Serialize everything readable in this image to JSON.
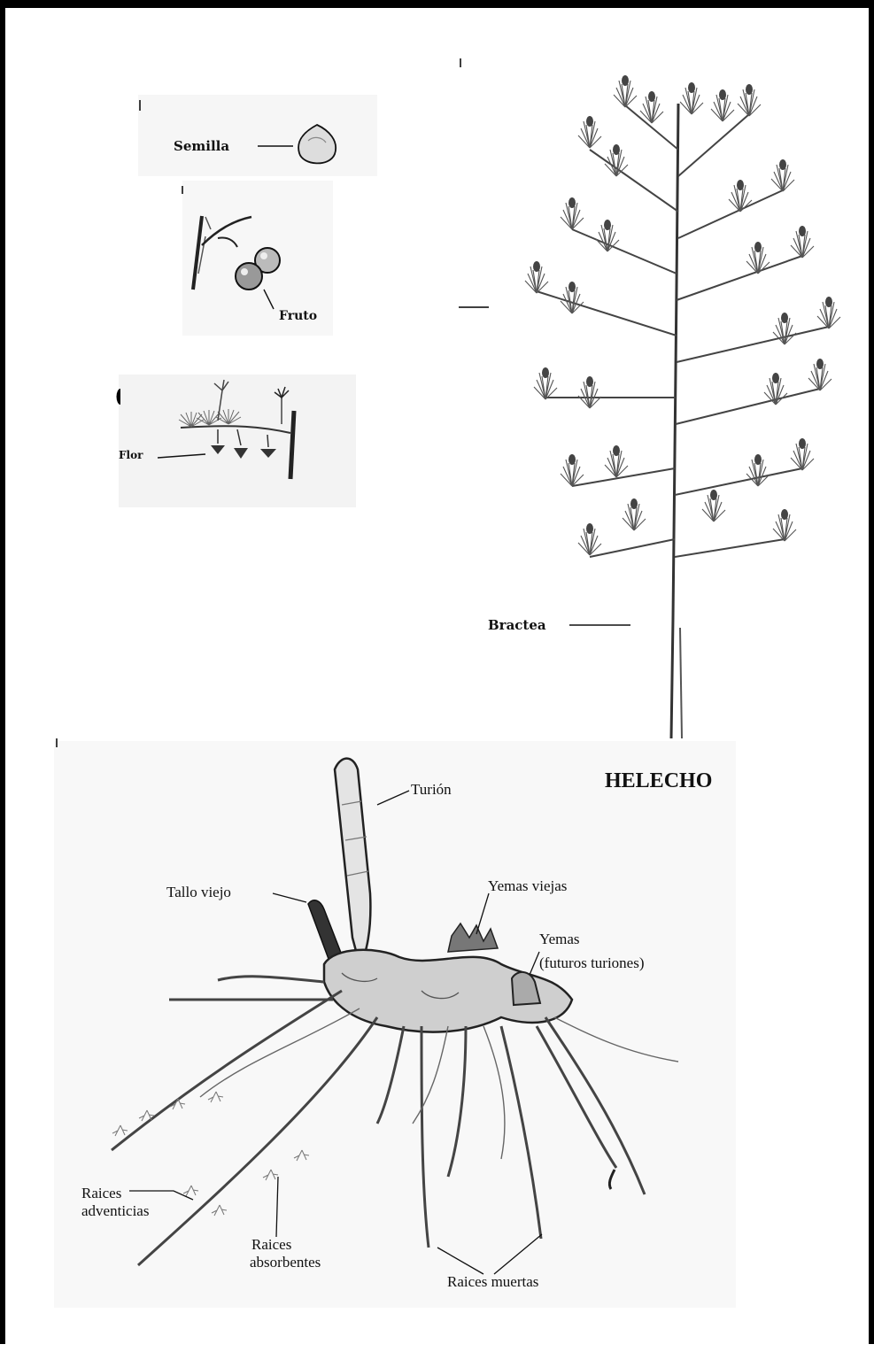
{
  "title": "HELECHO",
  "labels": {
    "semilla": "Semilla",
    "fruto": "Fruto",
    "flor": "Flor",
    "bractea": "Bractea",
    "turion": "Turión",
    "tallo_viejo": "Tallo viejo",
    "yemas_viejas": "Yemas viejas",
    "yemas": "Yemas",
    "futuros_turiones": "(futuros turiones)",
    "raices_adventicias_1": "Raices",
    "raices_adventicias_2": "adventicias",
    "raices_absorbentes_1": "Raices",
    "raices_absorbentes_2": "absorbentes",
    "raices_muertas": "Raices muertas"
  }
}
